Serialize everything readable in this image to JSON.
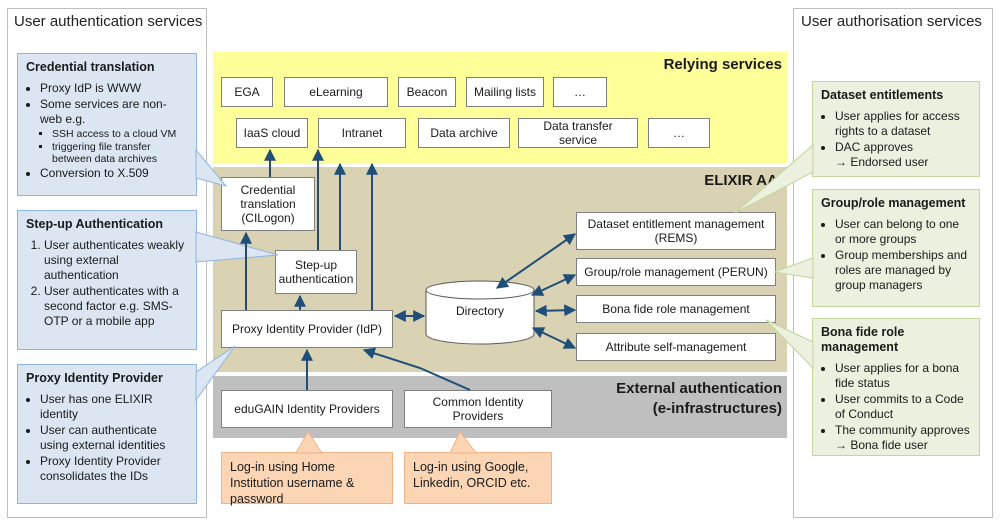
{
  "left_panel": {
    "title": "User authentication services",
    "credential_translation": {
      "heading": "Credential translation",
      "items": [
        "Proxy IdP is WWW",
        "Some services are non-web e.g."
      ],
      "subitems": [
        "SSH access to a cloud VM",
        "triggering file transfer between data archives"
      ],
      "last_item": "Conversion to X.509"
    },
    "step_up": {
      "heading": "Step-up Authentication",
      "items": [
        "User authenticates weakly using external authentication",
        "User authenticates with a second factor e.g. SMS-OTP or a mobile app"
      ]
    },
    "proxy_idp": {
      "heading": "Proxy Identity Provider",
      "items": [
        "User has one ELIXIR identity",
        "User can authenticate using external identities",
        "Proxy Identity Provider consolidates the IDs"
      ]
    }
  },
  "right_panel": {
    "title": "User authorisation services",
    "dataset_entitlements": {
      "heading": "Dataset entitlements",
      "items": [
        "User applies for access rights to a dataset",
        "DAC approves"
      ],
      "arrow_line": "→ Endorsed user"
    },
    "group_role": {
      "heading": "Group/role management",
      "items": [
        "User can belong to one or more groups",
        "Group memberships and roles are managed by group managers"
      ]
    },
    "bona_fide": {
      "heading": "Bona fide role management",
      "items": [
        "User applies for a bona fide status",
        "User commits to a Code of Conduct",
        "The community approves"
      ],
      "arrow_line": "→ Bona fide user"
    }
  },
  "relying_services": {
    "title": "Relying services",
    "row1": [
      "EGA",
      "eLearning",
      "Beacon",
      "Mailing lists",
      "…"
    ],
    "row2": [
      "IaaS cloud",
      "Intranet",
      "Data archive",
      "Data transfer service",
      "…"
    ]
  },
  "elixir_aai": {
    "title": "ELIXIR AAI",
    "credential_translation_box": "Credential translation (CILogon)",
    "step_up_box": "Step-up authentication",
    "proxy_idp_box": "Proxy Identity Provider (IdP)",
    "directory": "Directory",
    "dataset_entitlement_box": "Dataset entitlement management (REMS)",
    "group_role_box": "Group/role management (PERUN)",
    "bona_fide_box": "Bona fide role management",
    "attribute_box": "Attribute self-management"
  },
  "external_auth": {
    "title_line1": "External authentication",
    "title_line2": "(e-infrastructures)",
    "edugain_box": "eduGAIN Identity Providers",
    "common_box": "Common Identity Providers"
  },
  "logins": {
    "home": "Log-in using Home Institution username & password",
    "social": "Log-in using Google, Linkedin, ORCID etc."
  },
  "colors": {
    "relying_bg": "#ffff99",
    "elixir_bg": "#d9d3b3",
    "external_bg": "#bfbfbf",
    "blue_callout": "#dce6f2",
    "green_callout": "#ebf1de",
    "login_bg": "#fcd5b4",
    "arrow": "#1f4e79"
  }
}
